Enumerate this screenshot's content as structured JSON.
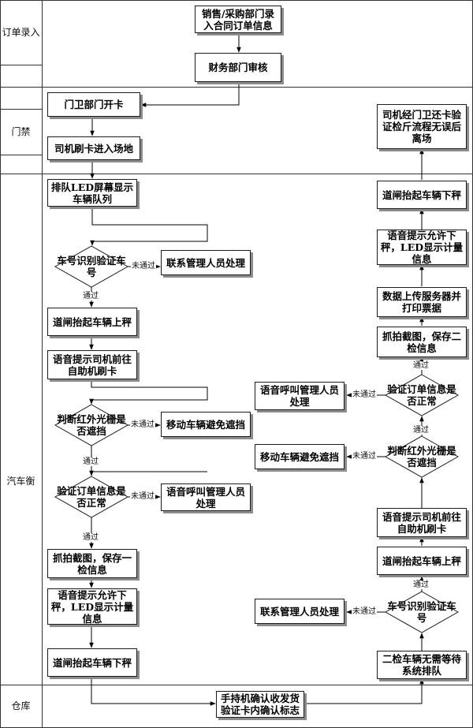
{
  "lanes": {
    "order": "订单录入",
    "gate": "门禁",
    "scale": "汽车衡",
    "warehouse": "仓库"
  },
  "left": {
    "entry": "销售/采购部门录入合同订单信息",
    "finance": "财务部门审核",
    "issue_card": "门卫部门开卡",
    "swipe_in": "司机刷卡进入场地",
    "queue_led": "排队LED屏幕显示车辆队列",
    "plate_check": "车号识别验证车号",
    "plate_fail": "联系管理人员处理",
    "barrier_up_on": "道闸抬起车辆上秤",
    "voice_to_kiosk": "语音提示司机前往自助机刷卡",
    "ir_check": "判断红外光栅是否遮挡",
    "ir_fail": "移动车辆避免遮挡",
    "order_check": "验证订单信息是否正常",
    "order_fail": "语音呼叫管理人员处理",
    "capture": "抓拍截图，保存一检信息",
    "voice_allow_off": "语音提示允许下秤，LED显示计量信息",
    "barrier_up_off": "道闸抬起车辆下秤"
  },
  "warehouse_box": "手持机确认收发货验证卡内确认标志",
  "right": {
    "second_weigh": "二检车辆无需等待系统排队",
    "plate_check": "车号识别验证车号",
    "plate_fail": "联系管理人员处理",
    "barrier_up_on": "道闸抬起车辆上秤",
    "voice_to_kiosk": "语音提示司机前往自助机刷卡",
    "ir_check": "判断红外光栅是否遮挡",
    "ir_fail": "移动车辆避免遮挡",
    "order_check": "验证订单信息是否正常",
    "order_fail": "语音呼叫管理人员处理",
    "capture": "抓拍截图，保存二检信息",
    "upload_print": "数据上传服务器并打印票据",
    "voice_allow_off": "语音提示允许下秤，LED显示计量信息",
    "barrier_up_off": "道闸抬起车辆下秤",
    "return_card": "司机经门卫还卡验证检斤流程无误后离场"
  },
  "edges": {
    "fail": "未通过",
    "pass": "通过"
  }
}
